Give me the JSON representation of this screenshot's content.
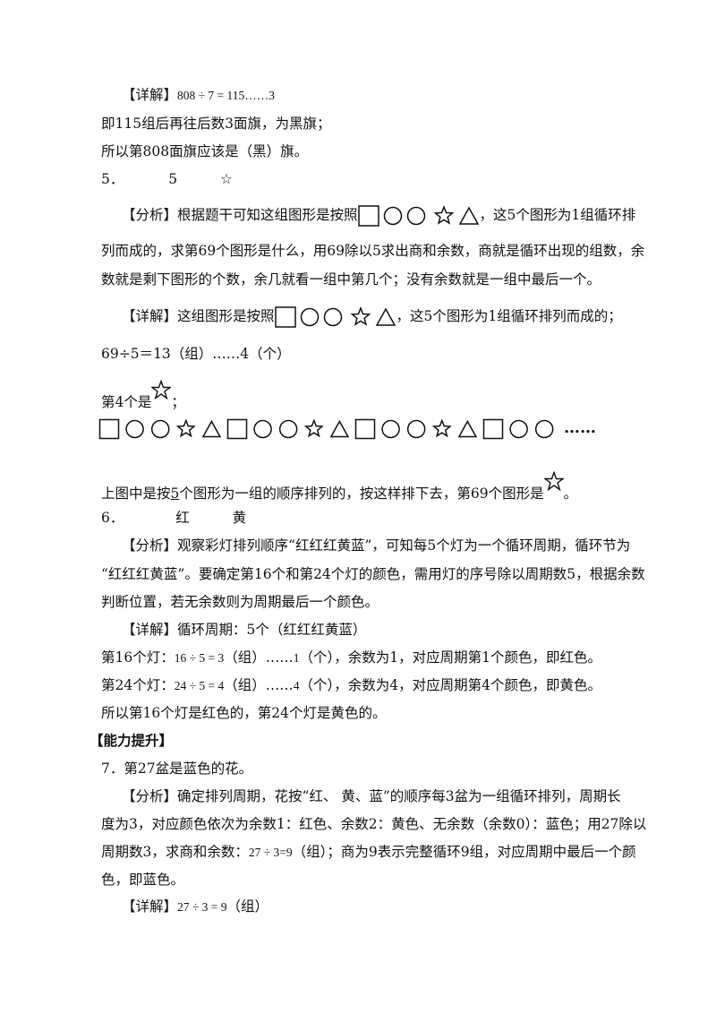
{
  "blocks": {
    "q4_detail_label": "【详解】",
    "q4_detail_math": "808 ÷ 7 = 115……3",
    "q4_line2": "即115组后再往后数3面旗，为黑旗；",
    "q4_line3": "所以第808面旗应该是（黑）旗。",
    "q5_number": "5．",
    "q5_answer": "5",
    "q5_answer_shape": "☆",
    "q5_analysis_label": "【分析】",
    "q5_analysis_a": "根据题干可知这组图形是按照",
    "q5_analysis_b": "，这5个图形为1组循环排",
    "q5_analysis_line2": "列而成的，求第69个图形是什么，用69除以5求出商和余数，商就是循环出现的组数，余",
    "q5_analysis_line3": "数就是剩下图形的个数，余几就看一组中第几个；没有余数就是一组中最后一个。",
    "q5_detail_label": "【详解】",
    "q5_detail_a": "这组图形是按照",
    "q5_detail_b": "，这5个图形为1组循环排列而成的；",
    "q5_calc": "69÷5＝13（组）……4（个）",
    "q5_fourth_a": "第4个是",
    "q5_fourth_b": "；",
    "q5_ellipsis": "……",
    "q5_summary_a": "上图中是按",
    "q5_summary_num": "5",
    "q5_summary_b": "个图形为一组的顺序排列的，按这样排下去，第69个图形是",
    "q5_summary_c": "。",
    "q6_number": "6．",
    "q6_answer_1": "红",
    "q6_answer_2": "黄",
    "q6_analysis_label": "【分析】",
    "q6_analysis_a": "观察彩灯排列顺序“红红红黄蓝”，可知每5个灯为一个循环周期，循环节为",
    "q6_analysis_line2": "“红红红黄蓝”。要确定第16个和第24个灯的颜色，需用灯的序号除以周期数5，根据余数",
    "q6_analysis_line3": "判断位置，若无余数则为周期最后一个颜色。",
    "q6_detail_label": "【详解】",
    "q6_detail_a": "循环周期：5个（红红红黄蓝）",
    "q6_line16_a": "第16个灯：",
    "q6_line16_math": "16 ÷ 5 = 3",
    "q6_line16_b": "（组）……",
    "q6_line16_math2": "1",
    "q6_line16_c": "（个），余数为1，对应周期第1个颜色，即红色。",
    "q6_line24_a": "第24个灯：",
    "q6_line24_math": "24 ÷ 5 = 4",
    "q6_line24_b": "（组）……",
    "q6_line24_math2": "4",
    "q6_line24_c": "（个），余数为4，对应周期第4个颜色，即黄色。",
    "q6_conclusion": "所以第16个灯是红色的，第24个灯是黄色的。",
    "section_title": "【能力提升】",
    "q7_line1": "7．第27盆是蓝色的花。",
    "q7_analysis_label": "【分析】",
    "q7_analysis_a": "确定排列周期，花按“红、 黄、蓝”的顺序每3盆为一组循环排列，周期长",
    "q7_analysis_line2": "度为3，对应颜色依次为余数1：红色、余数2：黄色、无余数（余数0）：蓝色；用27除以",
    "q7_analysis_line3_a": "周期数3，求商和余数：",
    "q7_analysis_line3_math": "27 ÷ 3=9",
    "q7_analysis_line3_b": "（组）；商为9表示完整循环9组，对应周期中最后一个颜",
    "q7_analysis_line4": "色，即蓝色。",
    "q7_detail_label": "【详解】",
    "q7_detail_math": "27 ÷ 3 = 9",
    "q7_detail_b": "（组）"
  },
  "shape_sequence": [
    "square",
    "circle",
    "circle",
    "star",
    "triangle",
    "square",
    "circle",
    "circle",
    "star",
    "triangle",
    "square",
    "circle",
    "circle",
    "star",
    "triangle",
    "square",
    "circle",
    "circle"
  ],
  "shape_group": [
    "square",
    "circle",
    "circle",
    "star",
    "triangle"
  ]
}
